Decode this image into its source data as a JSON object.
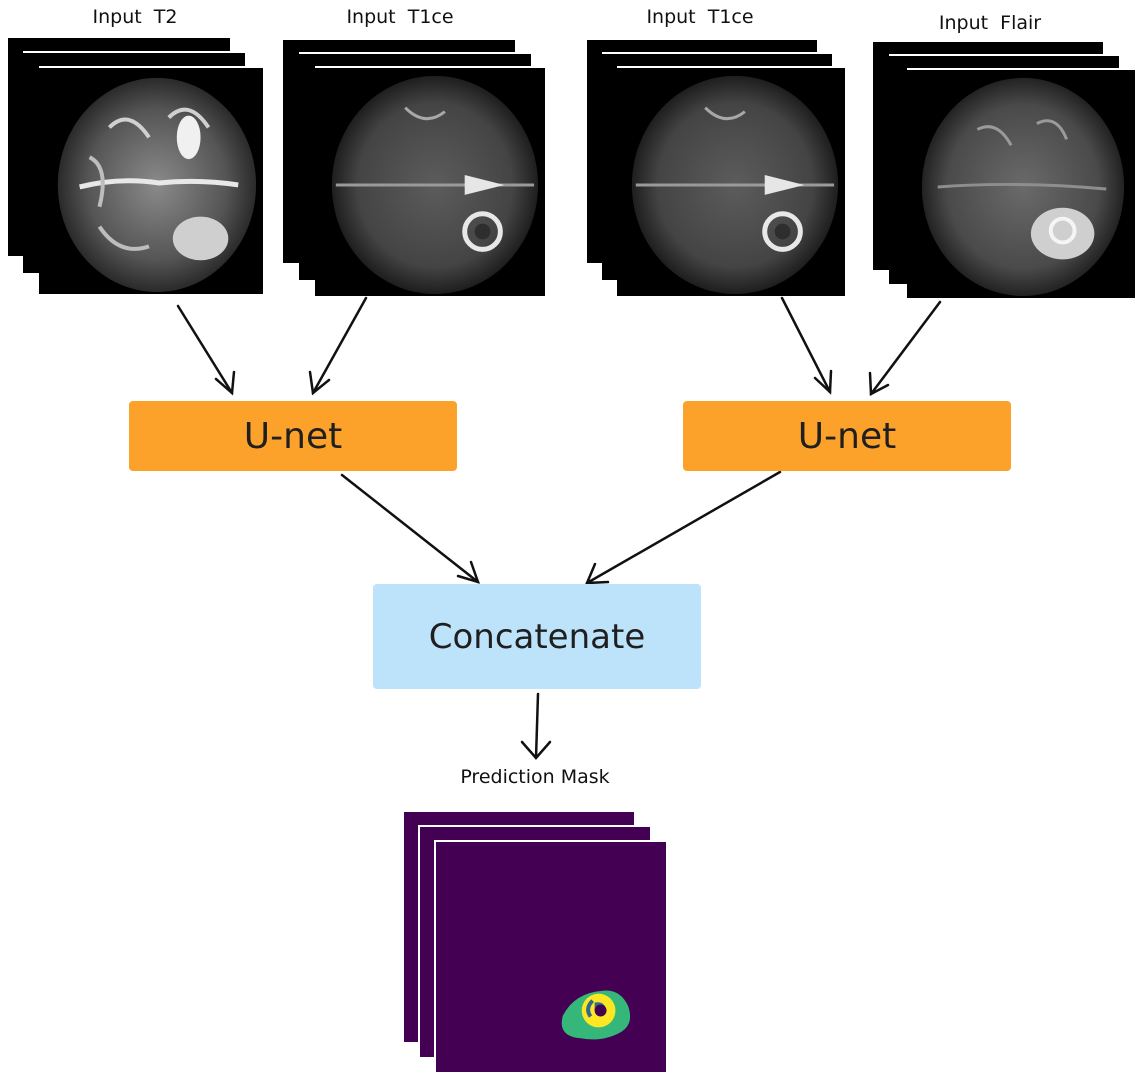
{
  "inputs": [
    {
      "label": "Input  T2"
    },
    {
      "label": "Input  T1ce"
    },
    {
      "label": "Input  T1ce"
    },
    {
      "label": "Input  Flair"
    }
  ],
  "nodes": {
    "unet_left": "U-net",
    "unet_right": "U-net",
    "concatenate": "Concatenate",
    "prediction_label": "Prediction Mask"
  },
  "colors": {
    "unet": "#fca22b",
    "concatenate": "#bde3fb",
    "mask_background": "#440154",
    "mask_edema": "#35b779",
    "mask_enhancing": "#fde725",
    "mask_core": "#31688e"
  },
  "edges": [
    {
      "from": "input-t2",
      "to": "unet-left"
    },
    {
      "from": "input-t1ce-left",
      "to": "unet-left"
    },
    {
      "from": "input-t1ce-right",
      "to": "unet-right"
    },
    {
      "from": "input-flair",
      "to": "unet-right"
    },
    {
      "from": "unet-left",
      "to": "concatenate"
    },
    {
      "from": "unet-right",
      "to": "concatenate"
    },
    {
      "from": "concatenate",
      "to": "prediction-mask"
    }
  ]
}
